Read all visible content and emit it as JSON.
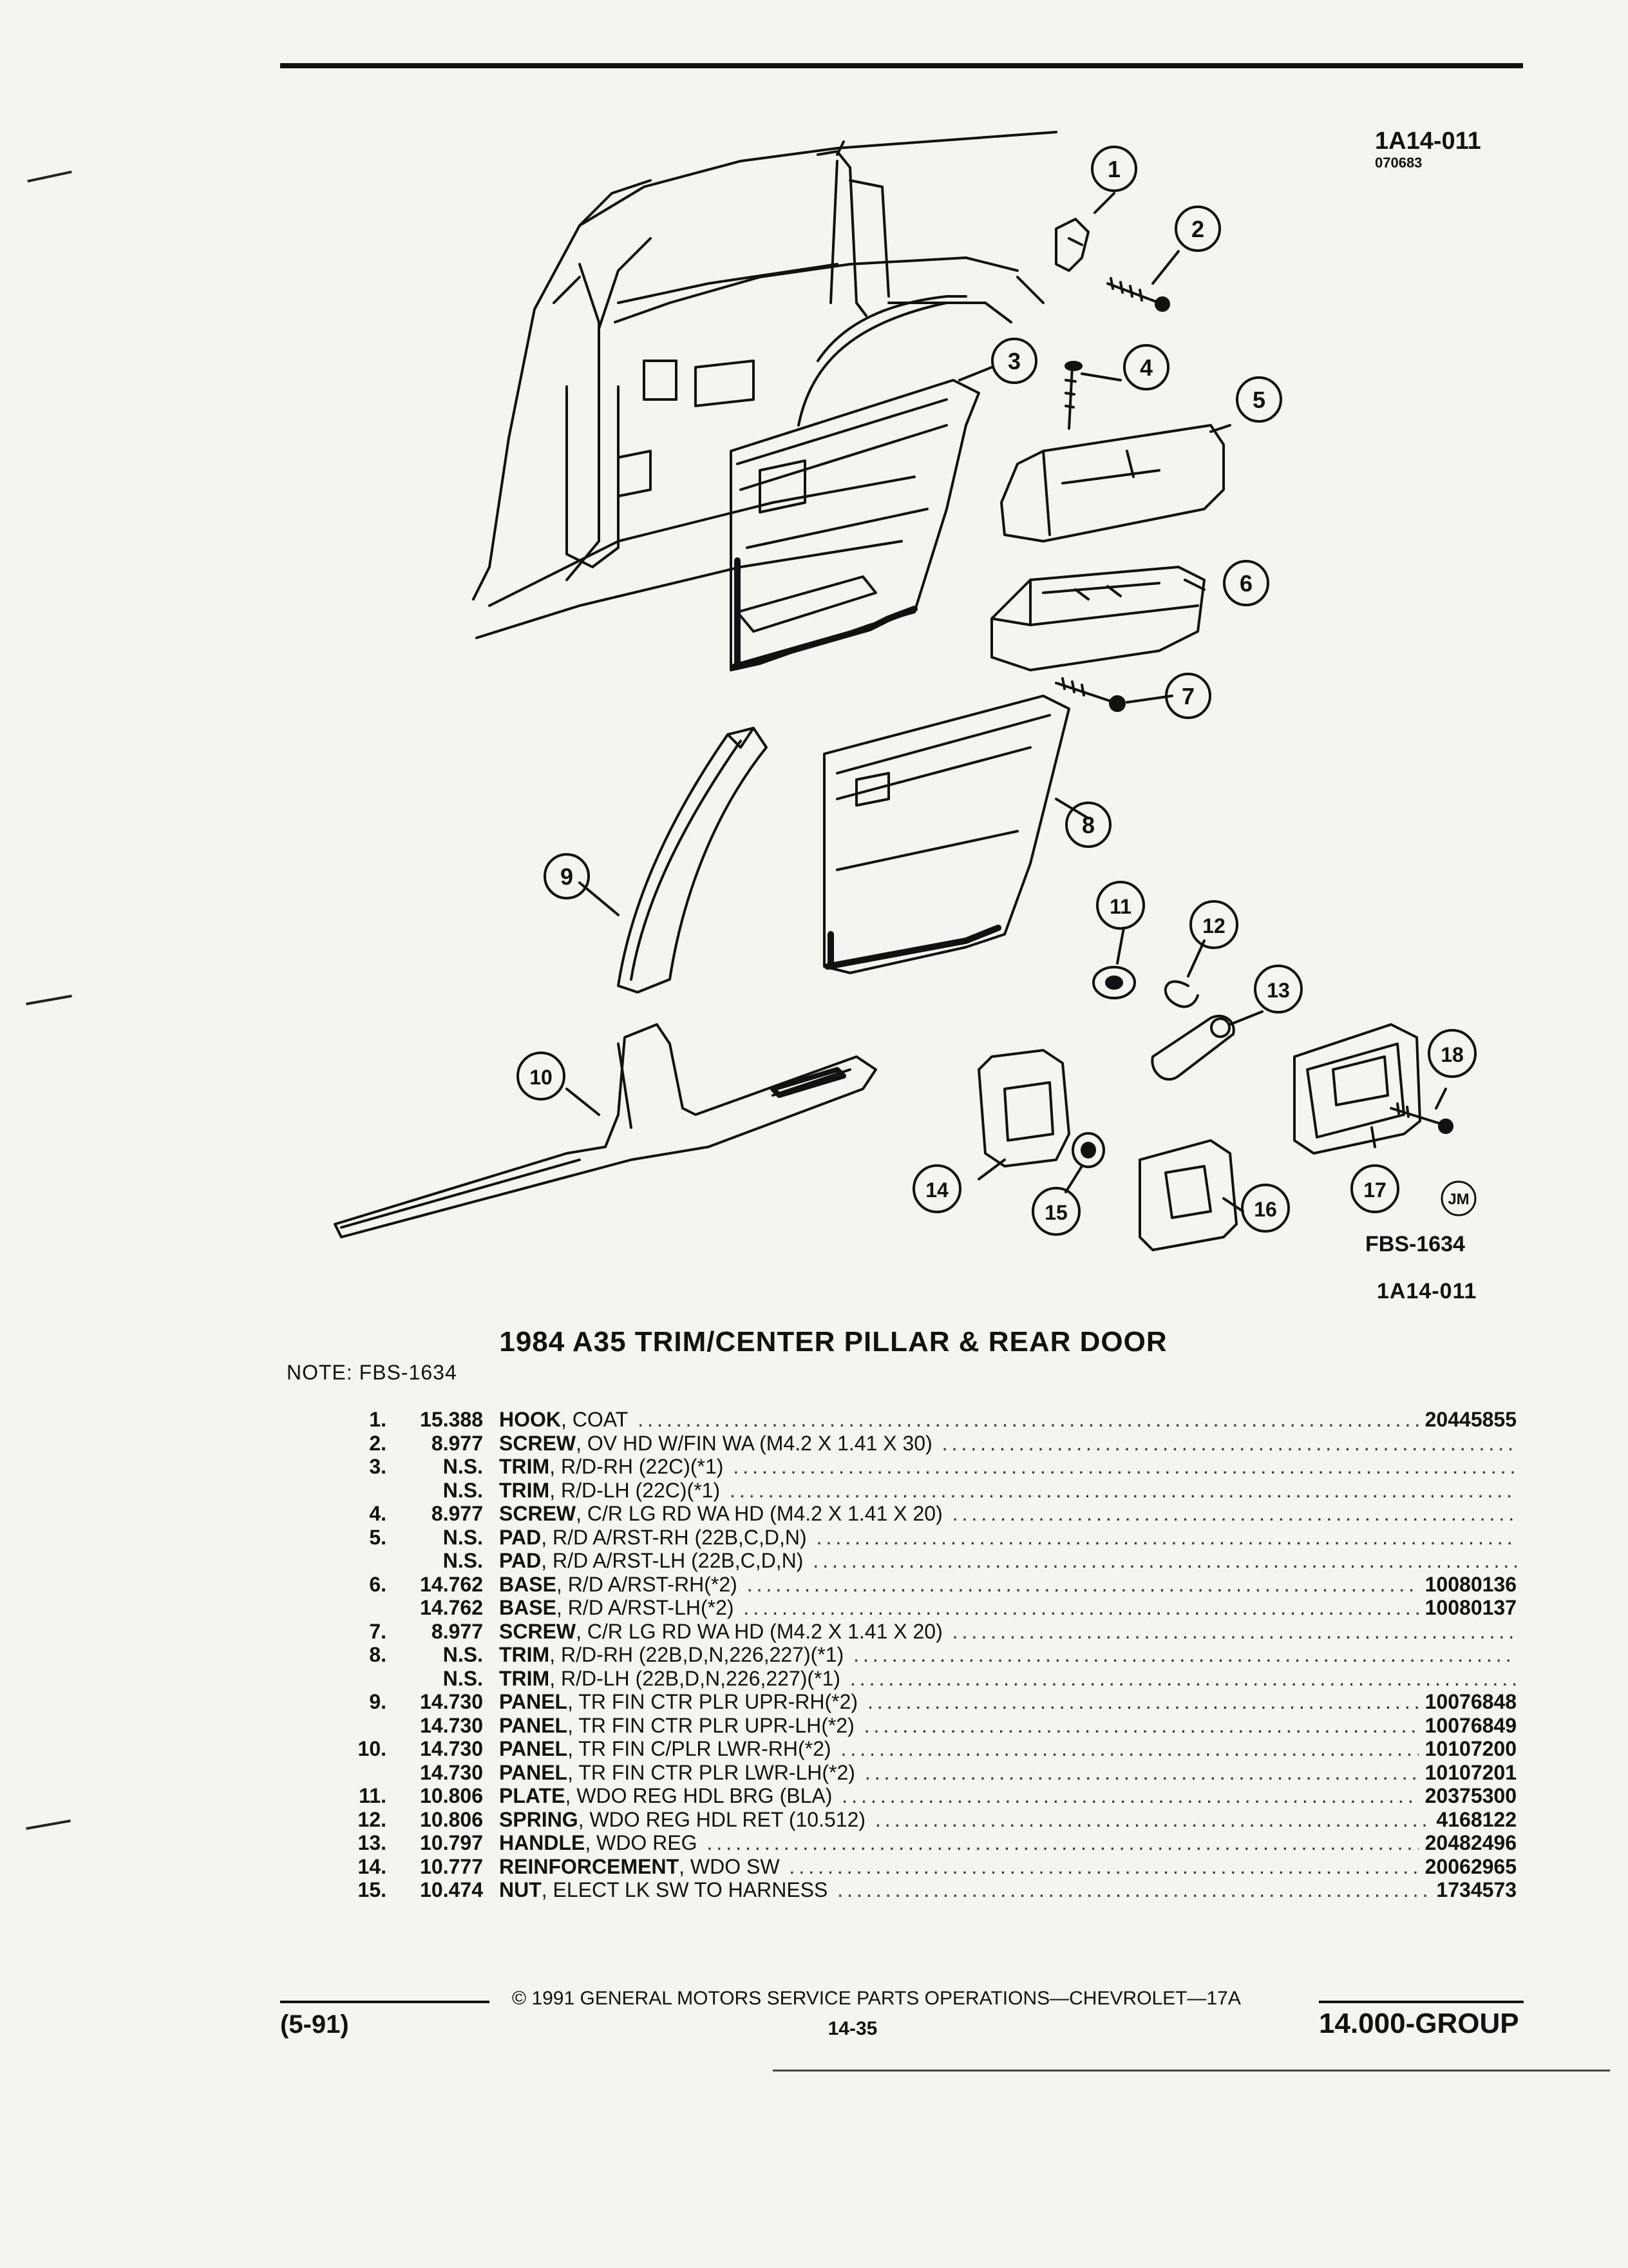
{
  "header": {
    "code": "1A14-011",
    "sub_code": "070683"
  },
  "diagram": {
    "callouts": [
      "1",
      "2",
      "3",
      "4",
      "5",
      "6",
      "7",
      "8",
      "9",
      "10",
      "11",
      "12",
      "13",
      "14",
      "15",
      "16",
      "17",
      "18"
    ],
    "artist_initials": "JM",
    "fbs_label": "FBS-1634",
    "code": "1A14-011"
  },
  "title": "1984 A35 TRIM/CENTER PILLAR & REAR DOOR",
  "note": "NOTE:  FBS-1634",
  "parts": [
    {
      "num": "1.",
      "grp": "15.388",
      "name": "HOOK",
      "spec": ", COAT",
      "pno": "20445855"
    },
    {
      "num": "2.",
      "grp": "8.977",
      "name": "SCREW",
      "spec": ", OV HD W/FIN WA (M4.2 X 1.41 X 30)",
      "pno": ""
    },
    {
      "num": "3.",
      "grp": "N.S.",
      "name": "TRIM",
      "spec": ", R/D-RH (22C)(*1)",
      "pno": ""
    },
    {
      "num": "",
      "grp": "N.S.",
      "name": "TRIM",
      "spec": ", R/D-LH (22C)(*1)",
      "pno": ""
    },
    {
      "num": "4.",
      "grp": "8.977",
      "name": "SCREW",
      "spec": ", C/R LG RD WA HD (M4.2 X 1.41 X 20)",
      "pno": ""
    },
    {
      "num": "5.",
      "grp": "N.S.",
      "name": "PAD",
      "spec": ", R/D A/RST-RH (22B,C,D,N)",
      "pno": ""
    },
    {
      "num": "",
      "grp": "N.S.",
      "name": "PAD",
      "spec": ", R/D A/RST-LH (22B,C,D,N)",
      "pno": ""
    },
    {
      "num": "6.",
      "grp": "14.762",
      "name": "BASE",
      "spec": ", R/D A/RST-RH(*2)",
      "pno": "10080136"
    },
    {
      "num": "",
      "grp": "14.762",
      "name": "BASE",
      "spec": ", R/D A/RST-LH(*2)",
      "pno": "10080137"
    },
    {
      "num": "7.",
      "grp": "8.977",
      "name": "SCREW",
      "spec": ", C/R LG RD WA HD (M4.2 X 1.41 X 20)",
      "pno": ""
    },
    {
      "num": "8.",
      "grp": "N.S.",
      "name": "TRIM",
      "spec": ", R/D-RH (22B,D,N,226,227)(*1)",
      "pno": ""
    },
    {
      "num": "",
      "grp": "N.S.",
      "name": "TRIM",
      "spec": ", R/D-LH (22B,D,N,226,227)(*1)",
      "pno": ""
    },
    {
      "num": "9.",
      "grp": "14.730",
      "name": "PANEL",
      "spec": ", TR FIN CTR PLR UPR-RH(*2)",
      "pno": "10076848"
    },
    {
      "num": "",
      "grp": "14.730",
      "name": "PANEL",
      "spec": ", TR FIN CTR PLR UPR-LH(*2)",
      "pno": "10076849"
    },
    {
      "num": "10.",
      "grp": "14.730",
      "name": "PANEL",
      "spec": ", TR FIN C/PLR LWR-RH(*2)",
      "pno": "10107200"
    },
    {
      "num": "",
      "grp": "14.730",
      "name": "PANEL",
      "spec": ", TR FIN CTR PLR LWR-LH(*2)",
      "pno": "10107201"
    },
    {
      "num": "11.",
      "grp": "10.806",
      "name": "PLATE",
      "spec": ", WDO REG HDL BRG (BLA)",
      "pno": "20375300"
    },
    {
      "num": "12.",
      "grp": "10.806",
      "name": "SPRING",
      "spec": ", WDO REG HDL RET (10.512)",
      "pno": "4168122"
    },
    {
      "num": "13.",
      "grp": "10.797",
      "name": "HANDLE",
      "spec": ", WDO REG",
      "pno": "20482496"
    },
    {
      "num": "14.",
      "grp": "10.777",
      "name": "REINFORCEMENT",
      "spec": ", WDO SW",
      "pno": "20062965"
    },
    {
      "num": "15.",
      "grp": "10.474",
      "name": "NUT",
      "spec": ", ELECT LK SW TO HARNESS",
      "pno": "1734573"
    }
  ],
  "footer": {
    "copyright": "© 1991 GENERAL MOTORS SERVICE PARTS OPERATIONS—CHEVROLET—17A",
    "page": "14-35",
    "date_code": "(5-91)",
    "group": "14.000-GROUP"
  }
}
